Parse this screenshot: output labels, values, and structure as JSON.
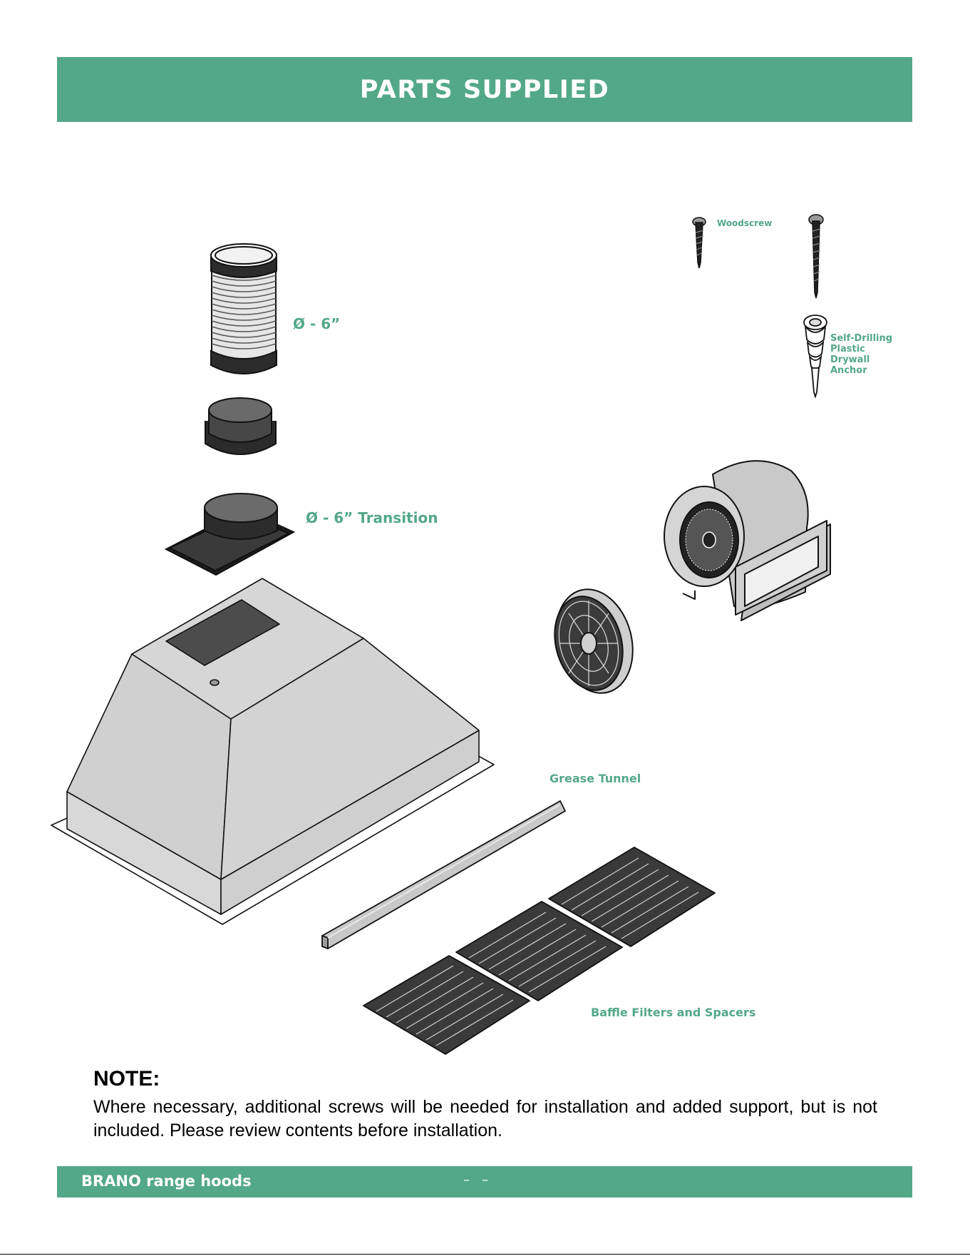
{
  "header": {
    "title": "PARTS SUPPLIED"
  },
  "labels": {
    "duct": "Ø - 6”",
    "transition": "Ø - 6” Transition",
    "woodscrew": "Woodscrew",
    "anchor": [
      "Self-Drilling",
      "Plastic",
      "Drywall",
      "Anchor"
    ],
    "grease_tunnel": "Grease Tunnel",
    "baffle_filters": "Baffle Filters and Spacers"
  },
  "note": {
    "title": "NOTE:",
    "body": "Where necessary, additional screws will be needed for installation and added support, but is not included.  Please review contents before installation."
  },
  "footer": {
    "brand": "BRANO range hoods",
    "page_marks": "–   –"
  },
  "colors": {
    "accent": "#53a887",
    "part_gray": "#d3d3d3",
    "part_dark": "#3a3a3a"
  }
}
